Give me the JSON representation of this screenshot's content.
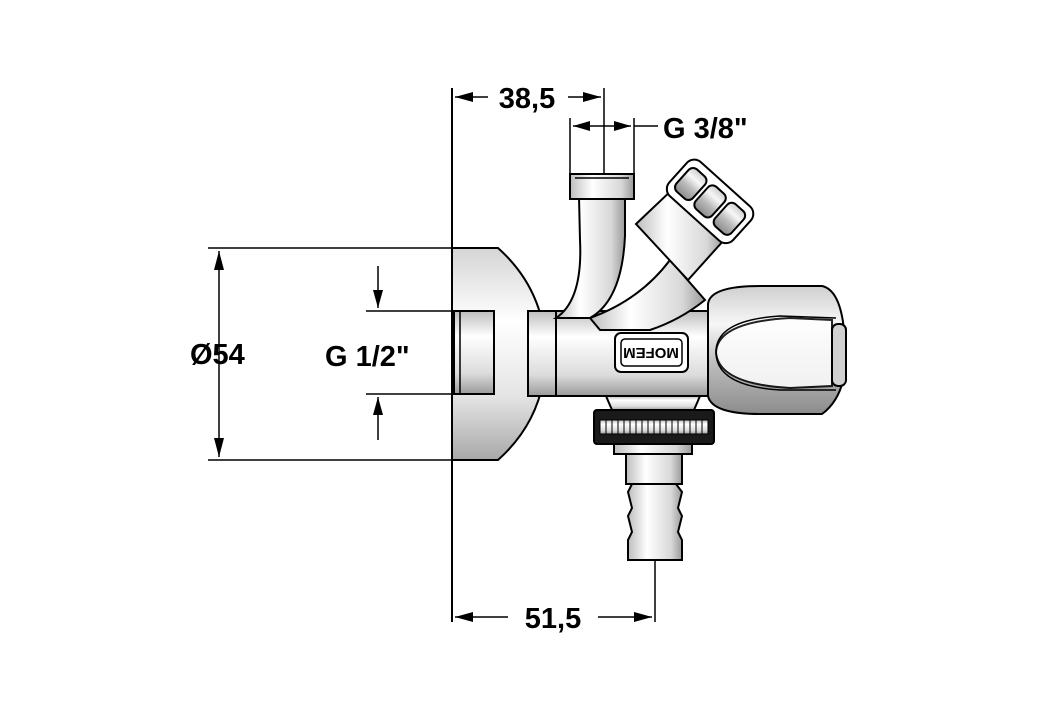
{
  "dimensions": {
    "top_offset": "38,5",
    "top_thread": "G 3/8\"",
    "diameter": "Ø54",
    "inlet_thread": "G 1/2\"",
    "bottom_offset": "51,5"
  },
  "brand_label": "MOFEM",
  "colors": {
    "line": "#000000",
    "body_light": "#f2f2f2",
    "body_mid": "#c8c8c8",
    "body_dark": "#8a8a8a",
    "ring_dark": "#1a1a1a"
  }
}
